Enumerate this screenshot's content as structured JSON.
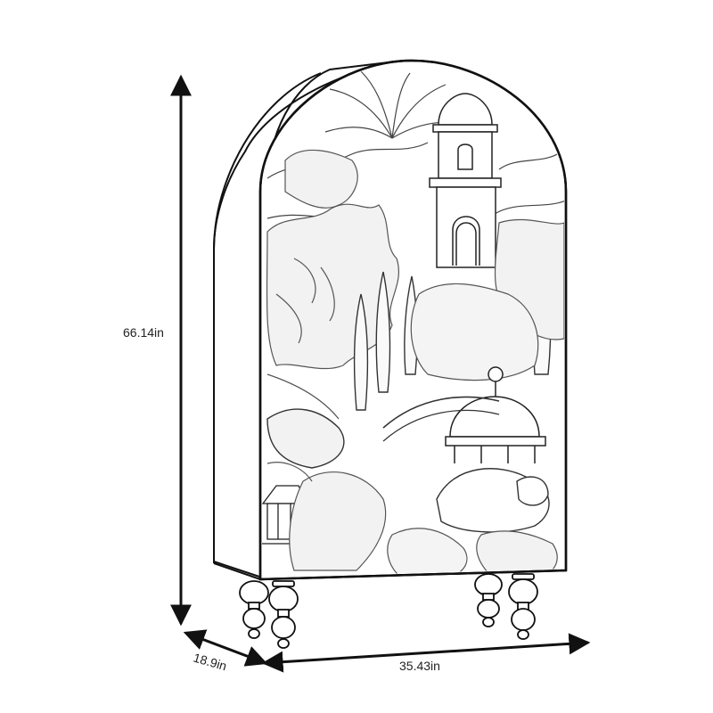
{
  "dimensions": {
    "height": "66.14in",
    "depth": "18.9in",
    "width": "35.43in"
  },
  "colors": {
    "line": "#111111",
    "background": "#ffffff",
    "detail": "#555555"
  },
  "illustration": {
    "subject": "arched cabinet with chinoiserie garden scene and turned bun feet"
  }
}
